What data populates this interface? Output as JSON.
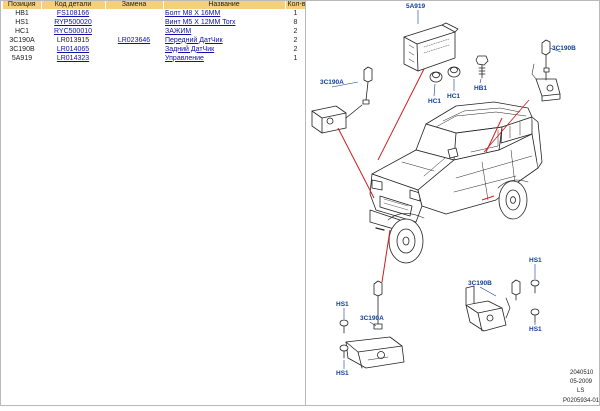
{
  "table": {
    "headers": [
      "Позиция",
      "Код детали",
      "Замена",
      "Название",
      "Кол-во"
    ],
    "rows": [
      {
        "pos": "HB1",
        "code": "FS108166",
        "repl": "",
        "name": "Болт М8 X 16ММ",
        "qty": "1"
      },
      {
        "pos": "HS1",
        "code": "RYP500020",
        "repl": "",
        "name": "Винт М5 X 12ММ Torx",
        "qty": "8"
      },
      {
        "pos": "HC1",
        "code": "RYC500010",
        "repl": "",
        "name": "ЗАЖИМ",
        "qty": "2"
      },
      {
        "pos": "3C190A",
        "code": "LR013915",
        "repl": "LR023646",
        "name": "Передний ДатЧик",
        "qty": "2"
      },
      {
        "pos": "3C190B",
        "code": "LR014065",
        "repl": "",
        "name": "Задний ДатЧик",
        "qty": "2"
      },
      {
        "pos": "5A919",
        "code": "LR014323",
        "repl": "",
        "name": "Управление",
        "qty": "1"
      }
    ]
  },
  "diagram": {
    "labels": {
      "module": "5A919",
      "clip1": "HC1",
      "clip2": "HC1",
      "bolt": "HB1",
      "sensor_rear_top": "3C190B",
      "sensor_front_left": "3C190A",
      "sensor_front_bottom": "3C190A",
      "sensor_rear_bottom": "3C190B",
      "screw_right_top": "HS1",
      "screw_right_bottom": "HS1",
      "screw_left_top": "HS1",
      "screw_left_bottom": "HS1"
    },
    "reference": {
      "number": "2040510",
      "date": "05-2009",
      "code": "LS",
      "plate": "P0205934-01"
    }
  },
  "colors": {
    "header_bg": "#f4cf7c",
    "link": "#1010aa",
    "callout_label": "#113f9b",
    "leader_line": "#d11f1f"
  }
}
